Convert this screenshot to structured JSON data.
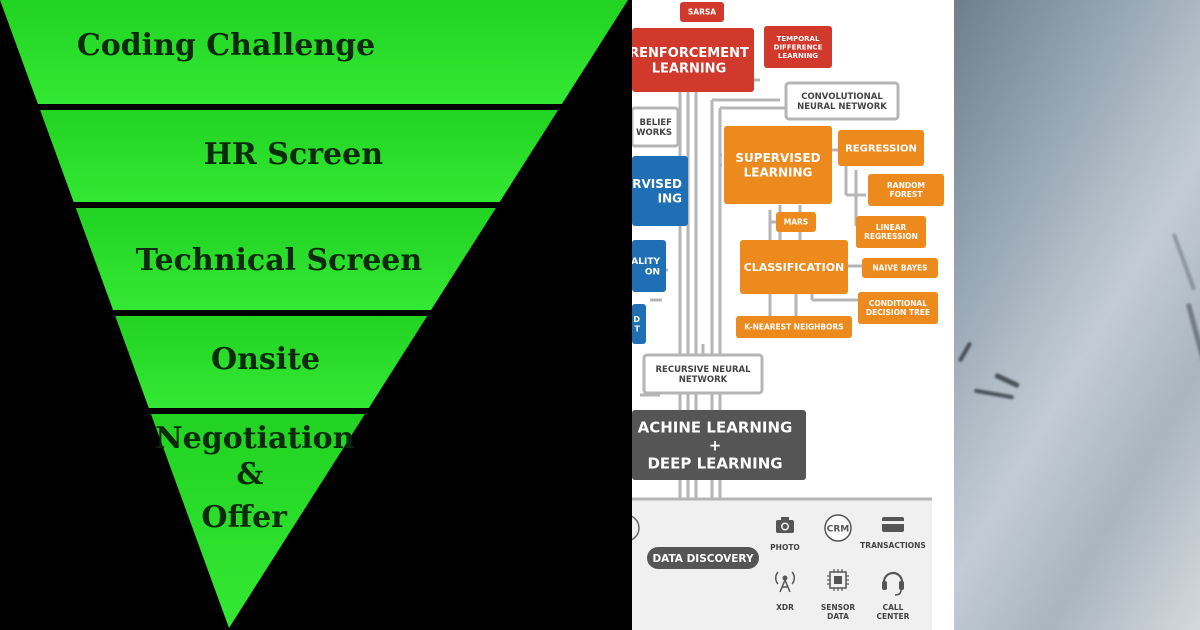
{
  "funnel": {
    "stages": [
      {
        "id": "coding-challenge",
        "lines": [
          "Coding Challenge"
        ]
      },
      {
        "id": "hr-screen",
        "lines": [
          "HR Screen"
        ]
      },
      {
        "id": "technical-screen",
        "lines": [
          "Technical Screen"
        ]
      },
      {
        "id": "onsite",
        "lines": [
          "Onsite"
        ]
      },
      {
        "id": "negotiation-offer",
        "lines": [
          "Negotiation",
          "&",
          "Offer"
        ]
      }
    ],
    "colors": {
      "fill": "#22d322",
      "fill_light": "#33e833",
      "divider": "#000000",
      "text": "#0b2a0b"
    }
  },
  "ml_diagram": {
    "nodes": {
      "sarsa": {
        "lines": [
          "SARSA"
        ],
        "color": "#d0392b"
      },
      "reinforcement": {
        "lines": [
          "RENFORCEMENT",
          "LEARNING"
        ],
        "color": "#d0392b"
      },
      "temporal": {
        "lines": [
          "TEMPORAL",
          "DIFFERENCE",
          "LEARNING"
        ],
        "color": "#d0392b"
      },
      "cnn": {
        "lines": [
          "CONVOLUTIONAL",
          "NEURAL NETWORK"
        ],
        "color": "#ffffff"
      },
      "belief": {
        "lines": [
          "BELIEF",
          "WORKS"
        ],
        "color": "#ffffff"
      },
      "unsupervised": {
        "lines": [
          "RVISED",
          "ING"
        ],
        "color": "#1f6fb5"
      },
      "supervised": {
        "lines": [
          "SUPERVISED",
          "LEARNING"
        ],
        "color": "#ec8a1e"
      },
      "regression": {
        "lines": [
          "REGRESSION"
        ],
        "color": "#ec8a1e"
      },
      "random_forest": {
        "lines": [
          "RANDOM",
          "FOREST"
        ],
        "color": "#ec8a1e"
      },
      "dimensionality": {
        "lines": [
          "ALITY",
          "ON"
        ],
        "color": "#1f6fb5"
      },
      "mars": {
        "lines": [
          "MARS"
        ],
        "color": "#ec8a1e"
      },
      "linear_regression": {
        "lines": [
          "LINEAR",
          "REGRESSION"
        ],
        "color": "#ec8a1e"
      },
      "classification": {
        "lines": [
          "CLASSIFICATION"
        ],
        "color": "#ec8a1e"
      },
      "naive_bayes": {
        "lines": [
          "NAIVE BAYES"
        ],
        "color": "#ec8a1e"
      },
      "small_blue": {
        "lines": [
          "D",
          "T"
        ],
        "color": "#1f6fb5"
      },
      "decision_tree": {
        "lines": [
          "CONDITIONAL",
          "DECISION TREE"
        ],
        "color": "#ec8a1e"
      },
      "knn": {
        "lines": [
          "K-NEAREST NEIGHBORS"
        ],
        "color": "#ec8a1e"
      },
      "rnn": {
        "lines": [
          "RECURSIVE NEURAL",
          "NETWORK"
        ],
        "color": "#ffffff"
      },
      "ml_dl": {
        "lines": [
          "ACHINE LEARNING",
          "+",
          "DEEP LEARNING"
        ],
        "color": "#555555"
      }
    },
    "data_discovery": "DATA DISCOVERY",
    "sources": [
      {
        "id": "photo",
        "label_lines": [
          "PHOTO"
        ],
        "icon": "camera-icon"
      },
      {
        "id": "crm",
        "label_lines": [
          ""
        ],
        "icon": "crm-icon",
        "icon_text": "CRM"
      },
      {
        "id": "transactions",
        "label_lines": [
          "TRANSACTIONS"
        ],
        "icon": "credit-card-icon"
      },
      {
        "id": "xdr",
        "label_lines": [
          "XDR"
        ],
        "icon": "antenna-icon"
      },
      {
        "id": "sensor",
        "label_lines": [
          "SENSOR",
          "DATA"
        ],
        "icon": "chip-icon"
      },
      {
        "id": "call_center",
        "label_lines": [
          "CALL",
          "CENTER"
        ],
        "icon": "headset-icon"
      }
    ],
    "line_color": "#b5b5b5"
  }
}
